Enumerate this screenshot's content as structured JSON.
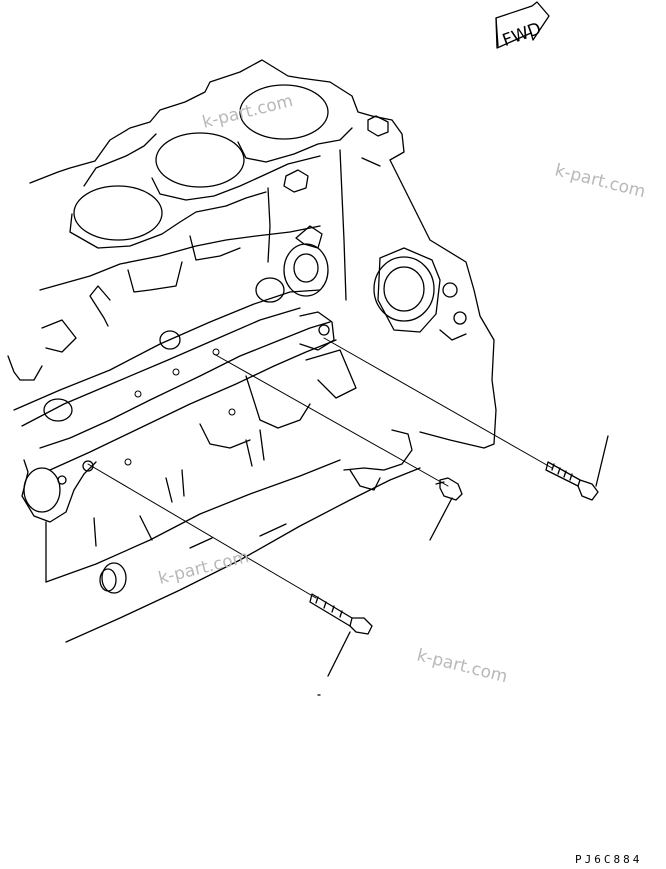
{
  "fwd_indicator": {
    "label": "FWD"
  },
  "watermark": {
    "text": "k-part.com"
  },
  "drawing_code": "PJ6C884"
}
